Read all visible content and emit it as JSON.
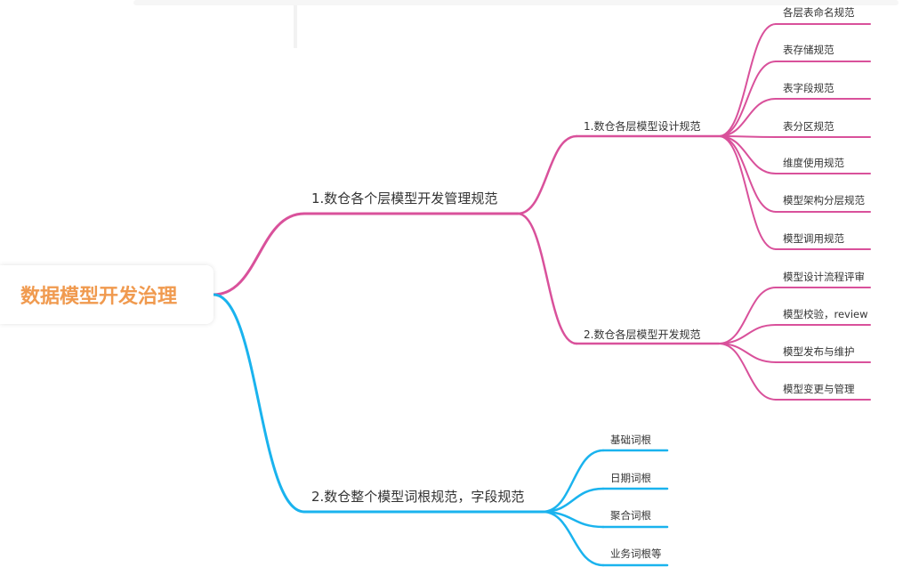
{
  "colors": {
    "root": "#f09a4f",
    "branch_pink": "#d9519b",
    "branch_blue": "#1ab3ee"
  },
  "root": {
    "label": "数据模型开发治理"
  },
  "branches": [
    {
      "label": "1.数仓各个层模型开发管理规范",
      "color": "pink",
      "children": [
        {
          "label": "1.数仓各层模型设计规范",
          "children": [
            "各层表命名规范",
            "表存储规范",
            "表字段规范",
            "表分区规范",
            "维度使用规范",
            "模型架构分层规范",
            "模型调用规范"
          ]
        },
        {
          "label": "2.数仓各层模型开发规范",
          "children": [
            "模型设计流程评审",
            "模型校验，review",
            "模型发布与维护",
            "模型变更与管理"
          ]
        }
      ]
    },
    {
      "label": "2.数仓整个模型词根规范，字段规范",
      "color": "blue",
      "children": [
        {
          "label": "基础词根"
        },
        {
          "label": "日期词根"
        },
        {
          "label": "聚合词根"
        },
        {
          "label": "业务词根等"
        }
      ]
    }
  ]
}
